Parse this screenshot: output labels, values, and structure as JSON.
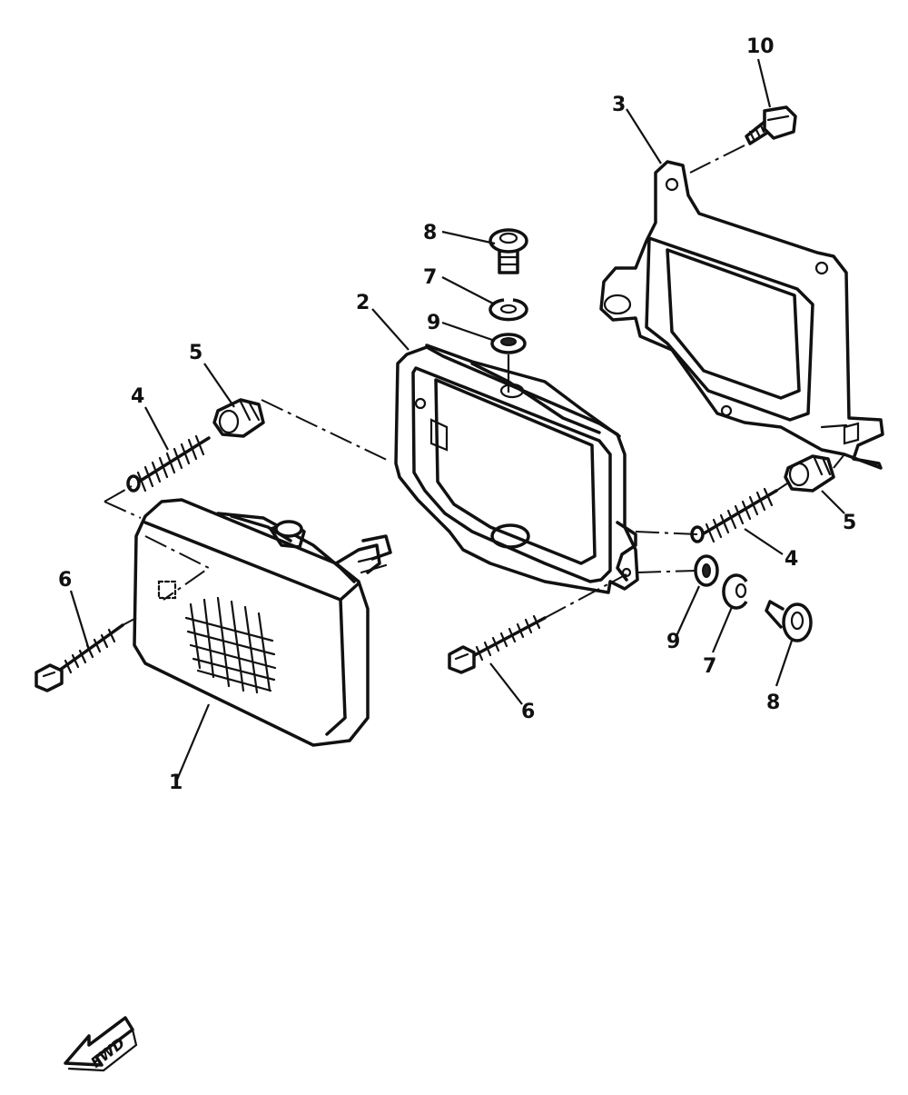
{
  "labels": {
    "headlight": "1",
    "headlight_frame": "2",
    "bracket": "3",
    "spring_left": "4",
    "spring_right": "4",
    "nut_left": "5",
    "nut_right": "5",
    "screw_left": "6",
    "screw_right": "6",
    "circlip_top": "7",
    "circlip_bottom": "7",
    "bolt_top": "8",
    "bolt_bottom": "8",
    "washer_top": "9",
    "washer_bottom": "9",
    "bolt_bracket": "10"
  },
  "fwd_arrow": {
    "text": "FWD"
  }
}
